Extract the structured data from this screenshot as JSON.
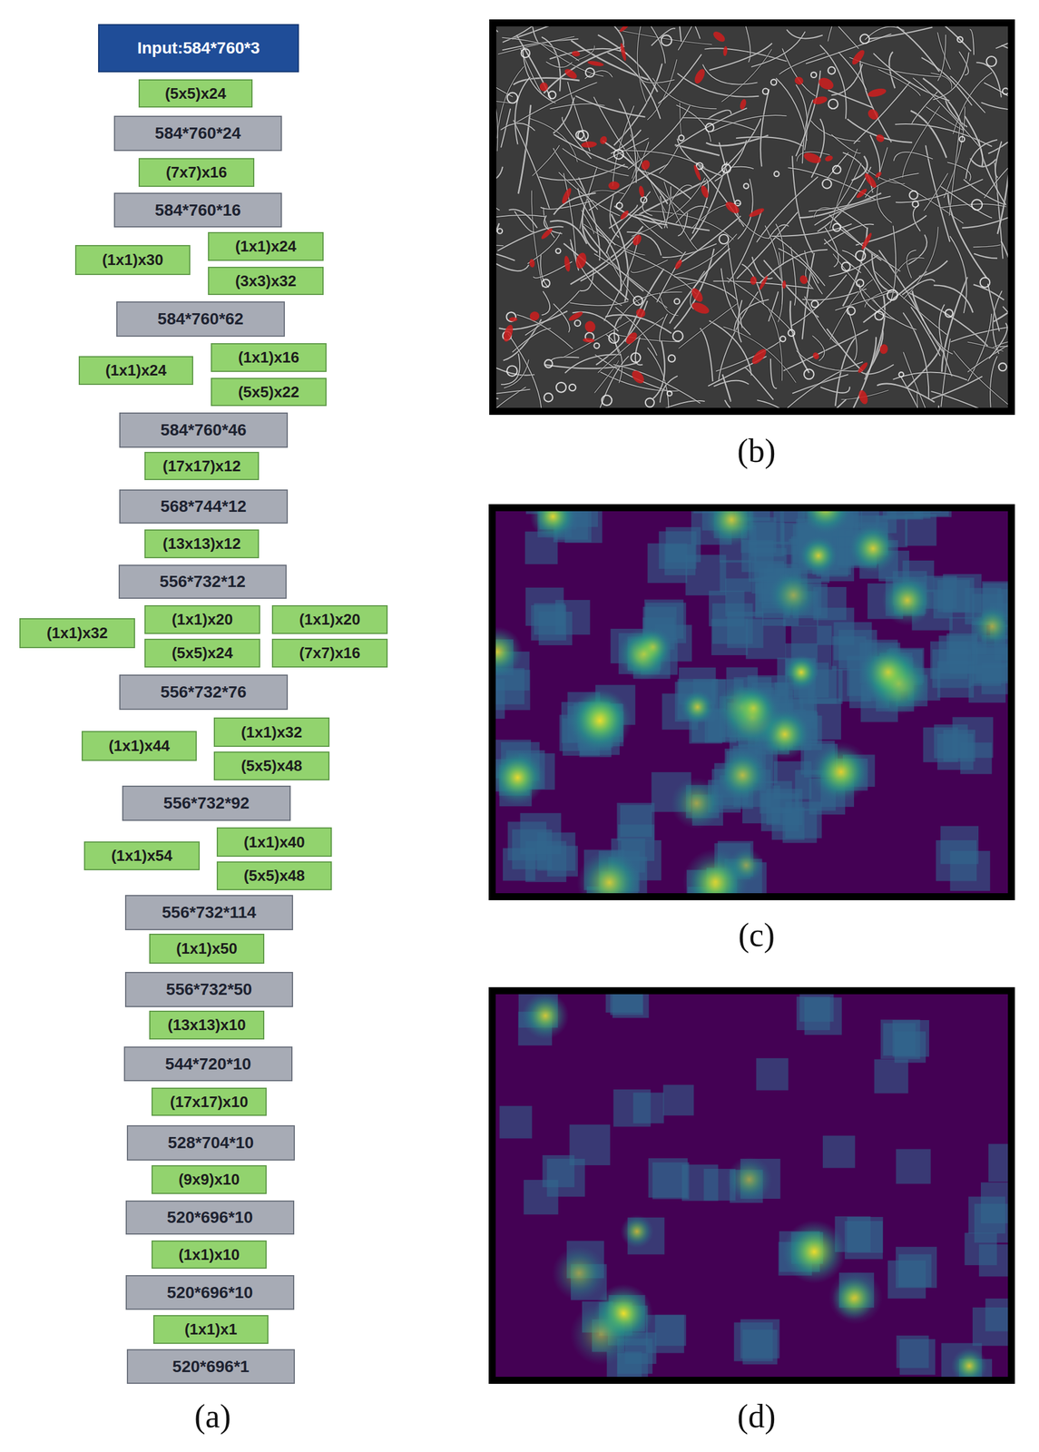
{
  "diagram": {
    "nodes": [
      {
        "text": [
          "Input:584*760*3"
        ]
      },
      {
        "text": [
          "(5x5)x24"
        ]
      },
      {
        "text": [
          "584*760*24"
        ]
      },
      {
        "text": [
          "(7x7)x16"
        ]
      },
      {
        "text": [
          "584*760*16"
        ]
      },
      {
        "text": [
          "(1x1)x30"
        ]
      },
      {
        "text": [
          "(1x1)x24"
        ]
      },
      {
        "text": [
          "(3x3)x32"
        ]
      },
      {
        "text": [
          "584*760*62"
        ]
      },
      {
        "text": [
          "(1x1)x24"
        ]
      },
      {
        "text": [
          "(1x1)x16"
        ]
      },
      {
        "text": [
          "(5x5)x22"
        ]
      },
      {
        "text": [
          "584*760*46"
        ]
      },
      {
        "text": [
          "(17x17)x12"
        ]
      },
      {
        "text": [
          "568*744*12"
        ]
      },
      {
        "text": [
          "(13x13)x12"
        ]
      },
      {
        "text": [
          "556*732*12"
        ]
      },
      {
        "text": [
          "(1x1)x32"
        ]
      },
      {
        "text": [
          "(1x1)x20"
        ]
      },
      {
        "text": [
          "(1x1)x20"
        ]
      },
      {
        "text": [
          "(5x5)x24"
        ]
      },
      {
        "text": [
          "(7x7)x16"
        ]
      },
      {
        "text": [
          "556*732*76"
        ]
      },
      {
        "text": [
          "(1x1)x44"
        ]
      },
      {
        "text": [
          "(1x1)x32"
        ]
      },
      {
        "text": [
          "(5x5)x48"
        ]
      },
      {
        "text": [
          "556*732*92"
        ]
      },
      {
        "text": [
          "(1x1)x54"
        ]
      },
      {
        "text": [
          "(1x1)x40"
        ]
      },
      {
        "text": [
          "(5x5)x48"
        ]
      },
      {
        "text": [
          "556*732*114"
        ]
      },
      {
        "text": [
          "(1x1)x50"
        ]
      },
      {
        "text": [
          "556*732*50"
        ]
      },
      {
        "text": [
          "(13x13)x10"
        ]
      },
      {
        "text": [
          "544*720*10"
        ]
      },
      {
        "text": [
          "(17x17)x10"
        ]
      },
      {
        "text": [
          "528*704*10"
        ]
      },
      {
        "text": [
          "(9x9)x10"
        ]
      },
      {
        "text": [
          "520*696*10"
        ]
      },
      {
        "text": [
          "(1x1)x10"
        ]
      },
      {
        "text": [
          "520*696*10"
        ]
      },
      {
        "text": [
          "(1x1)x1"
        ]
      },
      {
        "text": [
          "520*696*1"
        ]
      }
    ],
    "labels": [
      "(a)",
      "(b)",
      "(c)",
      "(d)"
    ]
  }
}
